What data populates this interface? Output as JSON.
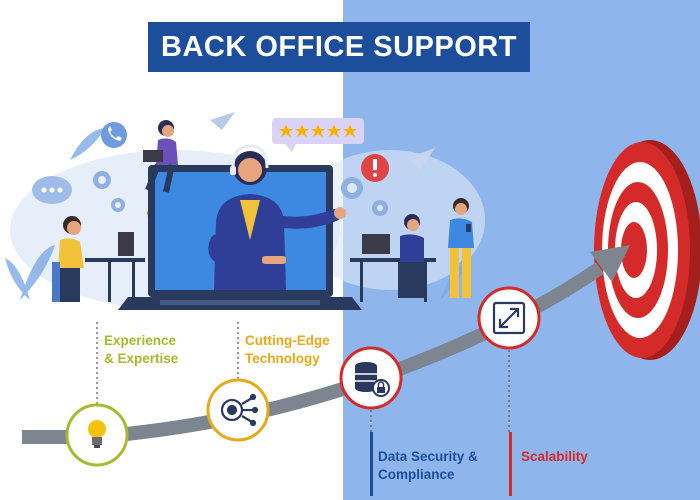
{
  "title": "BACK OFFICE SUPPORT",
  "features": [
    {
      "label_line1": "Experience",
      "label_line2": "& Expertise",
      "icon": "lightbulb-icon"
    },
    {
      "label_line1": "Cutting-Edge",
      "label_line2": "Technology",
      "icon": "tech-gear-icon"
    },
    {
      "label_line1": "Data Security &",
      "label_line2": "Compliance",
      "icon": "database-lock-icon"
    },
    {
      "label_line1": "Scalability",
      "label_line2": "",
      "icon": "expand-arrows-icon"
    }
  ],
  "colors": {
    "banner": "#1d4e9c",
    "right_panel": "#8fb6ec",
    "experience": "#a8b830",
    "technology": "#e6a91a",
    "security": "#1d4e9c",
    "scalability": "#d42a2a",
    "target_red": "#d42a2a"
  }
}
